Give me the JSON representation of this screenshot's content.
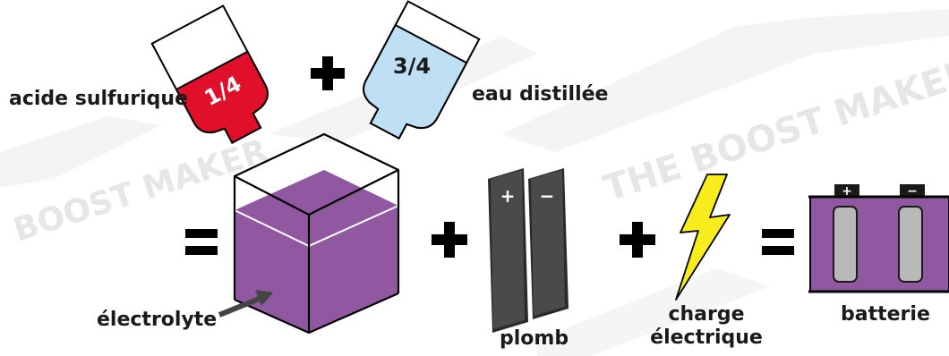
{
  "watermark": {
    "line1": "THE BOOST MAKER",
    "line2": "BOOST MAKER"
  },
  "acid": {
    "label": "acide sulfurique",
    "fraction": "1/4",
    "color": "#e0102a"
  },
  "water": {
    "label": "eau distillée",
    "fraction": "3/4",
    "color": "#bfe0f4"
  },
  "electrolyte": {
    "label": "électrolyte",
    "color": "#8f58a0"
  },
  "plates": {
    "label": "plomb",
    "plus": "+",
    "minus": "−",
    "color": "#4a4a4a"
  },
  "charge": {
    "label_line1": "charge",
    "label_line2": "électrique",
    "color": "#f7ec1c"
  },
  "battery": {
    "label": "batterie",
    "plus": "+",
    "minus": "−",
    "color": "#8f58a0"
  },
  "operators": {
    "plus": "+",
    "equals": "="
  }
}
